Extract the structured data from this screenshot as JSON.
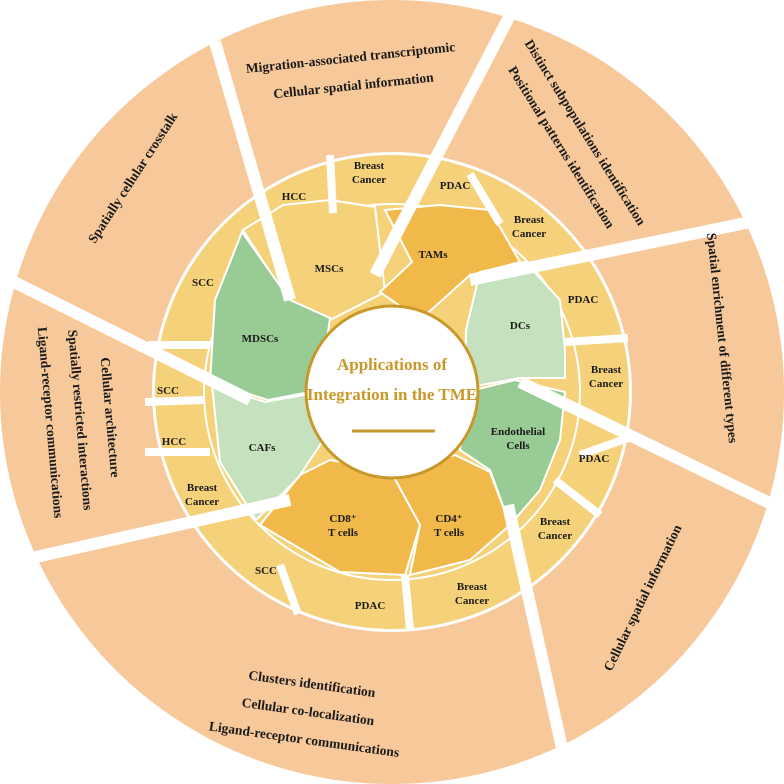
{
  "center": {
    "title_line1": "Applications of",
    "title_line2": "Integration in the TME"
  },
  "colors": {
    "outer_fill": "#f7c899",
    "mid_fill": "#f5d27a",
    "cell_orange": "#f0b94a",
    "cell_light_green": "#c6e1bd",
    "cell_green": "#98cc94",
    "center_accent": "#c9982a",
    "separator": "#ffffff"
  },
  "outer_segments": [
    {
      "lines": [
        "Migration-associated transcriptomic",
        "Cellular spatial information"
      ]
    },
    {
      "lines": [
        "Distinct subpopulations identification",
        "Positional patterns identification"
      ]
    },
    {
      "lines": [
        "Spatial enrichment of  different types"
      ]
    },
    {
      "lines": [
        "Cellular spatial information"
      ]
    },
    {
      "lines": [
        "Clusters identification",
        "Cellular co-localization",
        "Ligand-receptor communications"
      ]
    },
    {
      "lines": [
        "Cellular architecture",
        "Spatially restricted interactions",
        "Ligand-receptor communications"
      ]
    },
    {
      "lines": [
        "Spatially cellular crosstalk"
      ]
    }
  ],
  "middle_segments": [
    {
      "text": "HCC"
    },
    {
      "lines": [
        "Breast",
        "Cancer"
      ]
    },
    {
      "text": "PDAC"
    },
    {
      "lines": [
        "Breast",
        "Cancer"
      ]
    },
    {
      "text": "PDAC"
    },
    {
      "lines": [
        "Breast",
        "Cancer"
      ]
    },
    {
      "text": "PDAC"
    },
    {
      "lines": [
        "Breast",
        "Cancer"
      ]
    },
    {
      "lines": [
        "Breast",
        "Cancer"
      ]
    },
    {
      "text": "PDAC"
    },
    {
      "text": "SCC"
    },
    {
      "lines": [
        "Breast",
        "Cancer"
      ]
    },
    {
      "text": "HCC"
    },
    {
      "text": "SCC"
    },
    {
      "text": "SCC"
    }
  ],
  "cells": [
    {
      "lines": [
        "MSCs"
      ]
    },
    {
      "lines": [
        "TAMs"
      ]
    },
    {
      "lines": [
        "DCs"
      ]
    },
    {
      "lines": [
        "Endothelial",
        "Cells"
      ]
    },
    {
      "lines": [
        "CD4⁺",
        "T cells"
      ]
    },
    {
      "lines": [
        "CD8⁺",
        "T cells"
      ]
    },
    {
      "lines": [
        "CAFs"
      ]
    },
    {
      "lines": [
        "MDSCs"
      ]
    }
  ]
}
